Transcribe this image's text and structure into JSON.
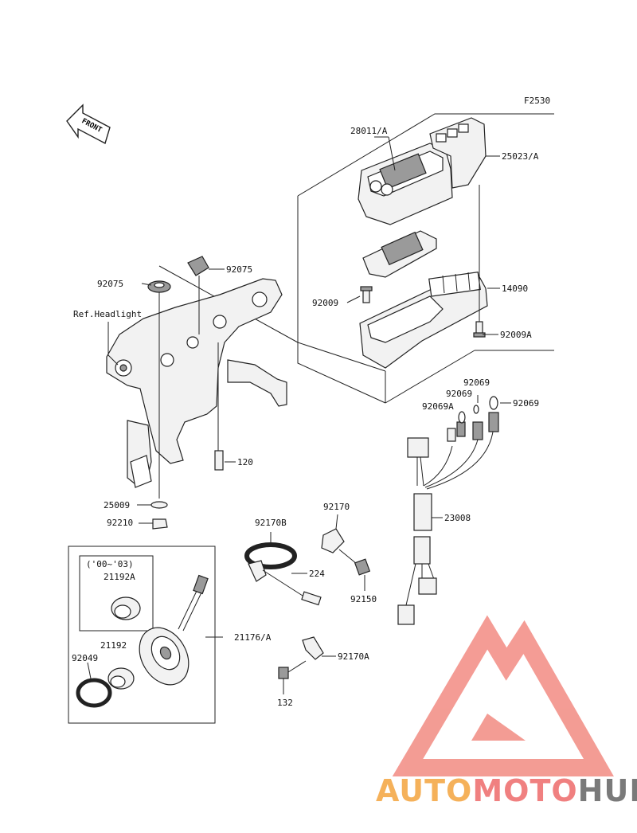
{
  "diagram_code": "F2530",
  "front_label": "FRONT",
  "ref_headlight": "Ref.Headlight",
  "year_range": "('00~'03)",
  "parts": {
    "p28011A": "28011/A",
    "p25023A": "25023/A",
    "p14090": "14090",
    "p92009": "92009",
    "p92009A": "92009A",
    "p92075a": "92075",
    "p92075b": "92075",
    "p120": "120",
    "p92069a": "92069",
    "p92069b": "92069",
    "p92069c": "92069",
    "p92069A": "92069A",
    "p25009": "25009",
    "p92210": "92210",
    "p92170": "92170",
    "p92170B": "92170B",
    "p224": "224",
    "p92150": "92150",
    "p23008": "23008",
    "p21192A": "21192A",
    "p21192": "21192",
    "p92049": "92049",
    "p21176A": "21176/A",
    "p92170A": "92170A",
    "p132": "132"
  },
  "watermark": {
    "auto": "AUTO",
    "moto": "MOTO",
    "hub": "HUB",
    "colors": {
      "auto": "#f5b15a",
      "moto": "#f08080",
      "hub": "#7a7a7a",
      "logo": "#f28b82"
    }
  }
}
